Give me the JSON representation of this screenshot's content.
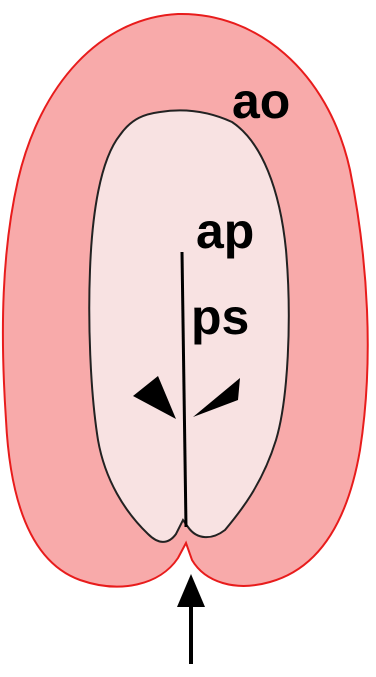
{
  "labels": {
    "ao": "ao",
    "ap": "ap",
    "ps": "ps"
  },
  "colors": {
    "outer_fill": "#f8aaaa",
    "outer_stroke": "#e81c1c",
    "inner_fill": "#f8e2e2",
    "inner_stroke": "#222222",
    "line": "#000000"
  },
  "icons": {
    "left_arrowhead": "arrowhead-pointing-down-right",
    "right_arrowhead": "arrowhead-pointing-down-left",
    "bottom_arrow": "arrow-up"
  }
}
